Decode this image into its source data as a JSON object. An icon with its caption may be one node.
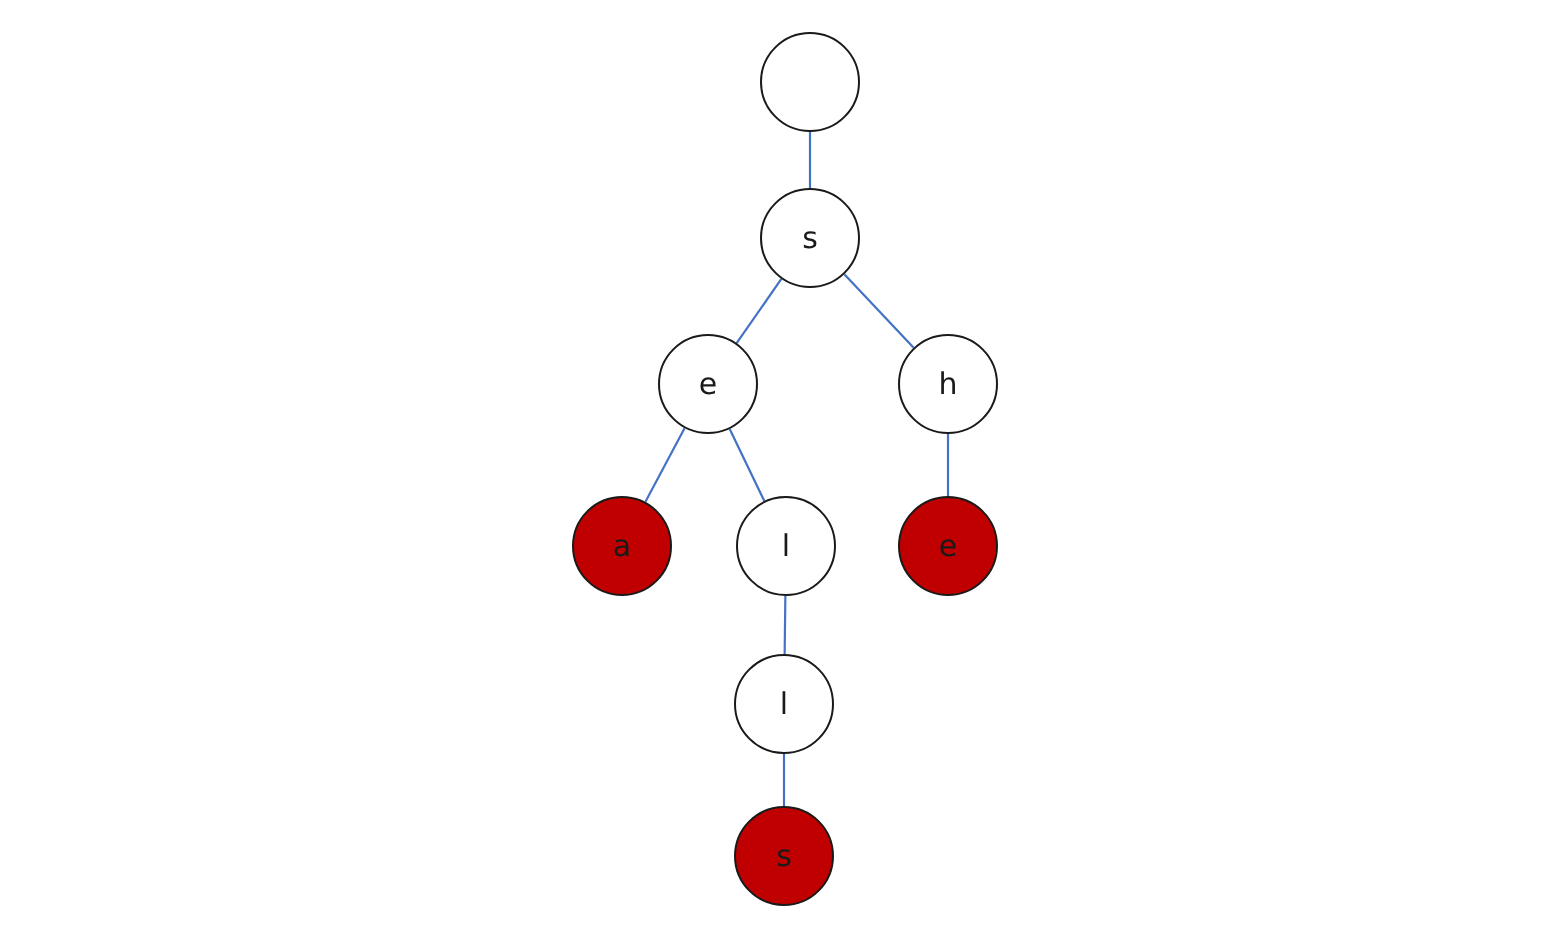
{
  "diagram": {
    "nodes": [
      {
        "text": [],
        "shape": "circle"
      },
      {
        "text": [
          "s"
        ]
      },
      {
        "text": [
          "e"
        ]
      },
      {
        "text": [
          "h"
        ]
      },
      {
        "text": [
          "a"
        ]
      },
      {
        "text": [
          "l"
        ]
      },
      {
        "text": [
          "e"
        ]
      },
      {
        "text": [
          "l"
        ]
      },
      {
        "text": [
          "s"
        ]
      }
    ],
    "edges": [
      {
        "from": 0,
        "to": 1,
        "arrow": "none"
      },
      {
        "from": 1,
        "to": 2,
        "arrow": "none"
      },
      {
        "from": 1,
        "to": 3,
        "arrow": "none"
      },
      {
        "from": 2,
        "to": 4,
        "arrow": "none"
      },
      {
        "from": 2,
        "to": 5,
        "arrow": "none"
      },
      {
        "from": 3,
        "to": 6,
        "arrow": "none"
      },
      {
        "from": 5,
        "to": 7,
        "arrow": "none"
      },
      {
        "from": 7,
        "to": 8,
        "arrow": "none"
      }
    ]
  }
}
